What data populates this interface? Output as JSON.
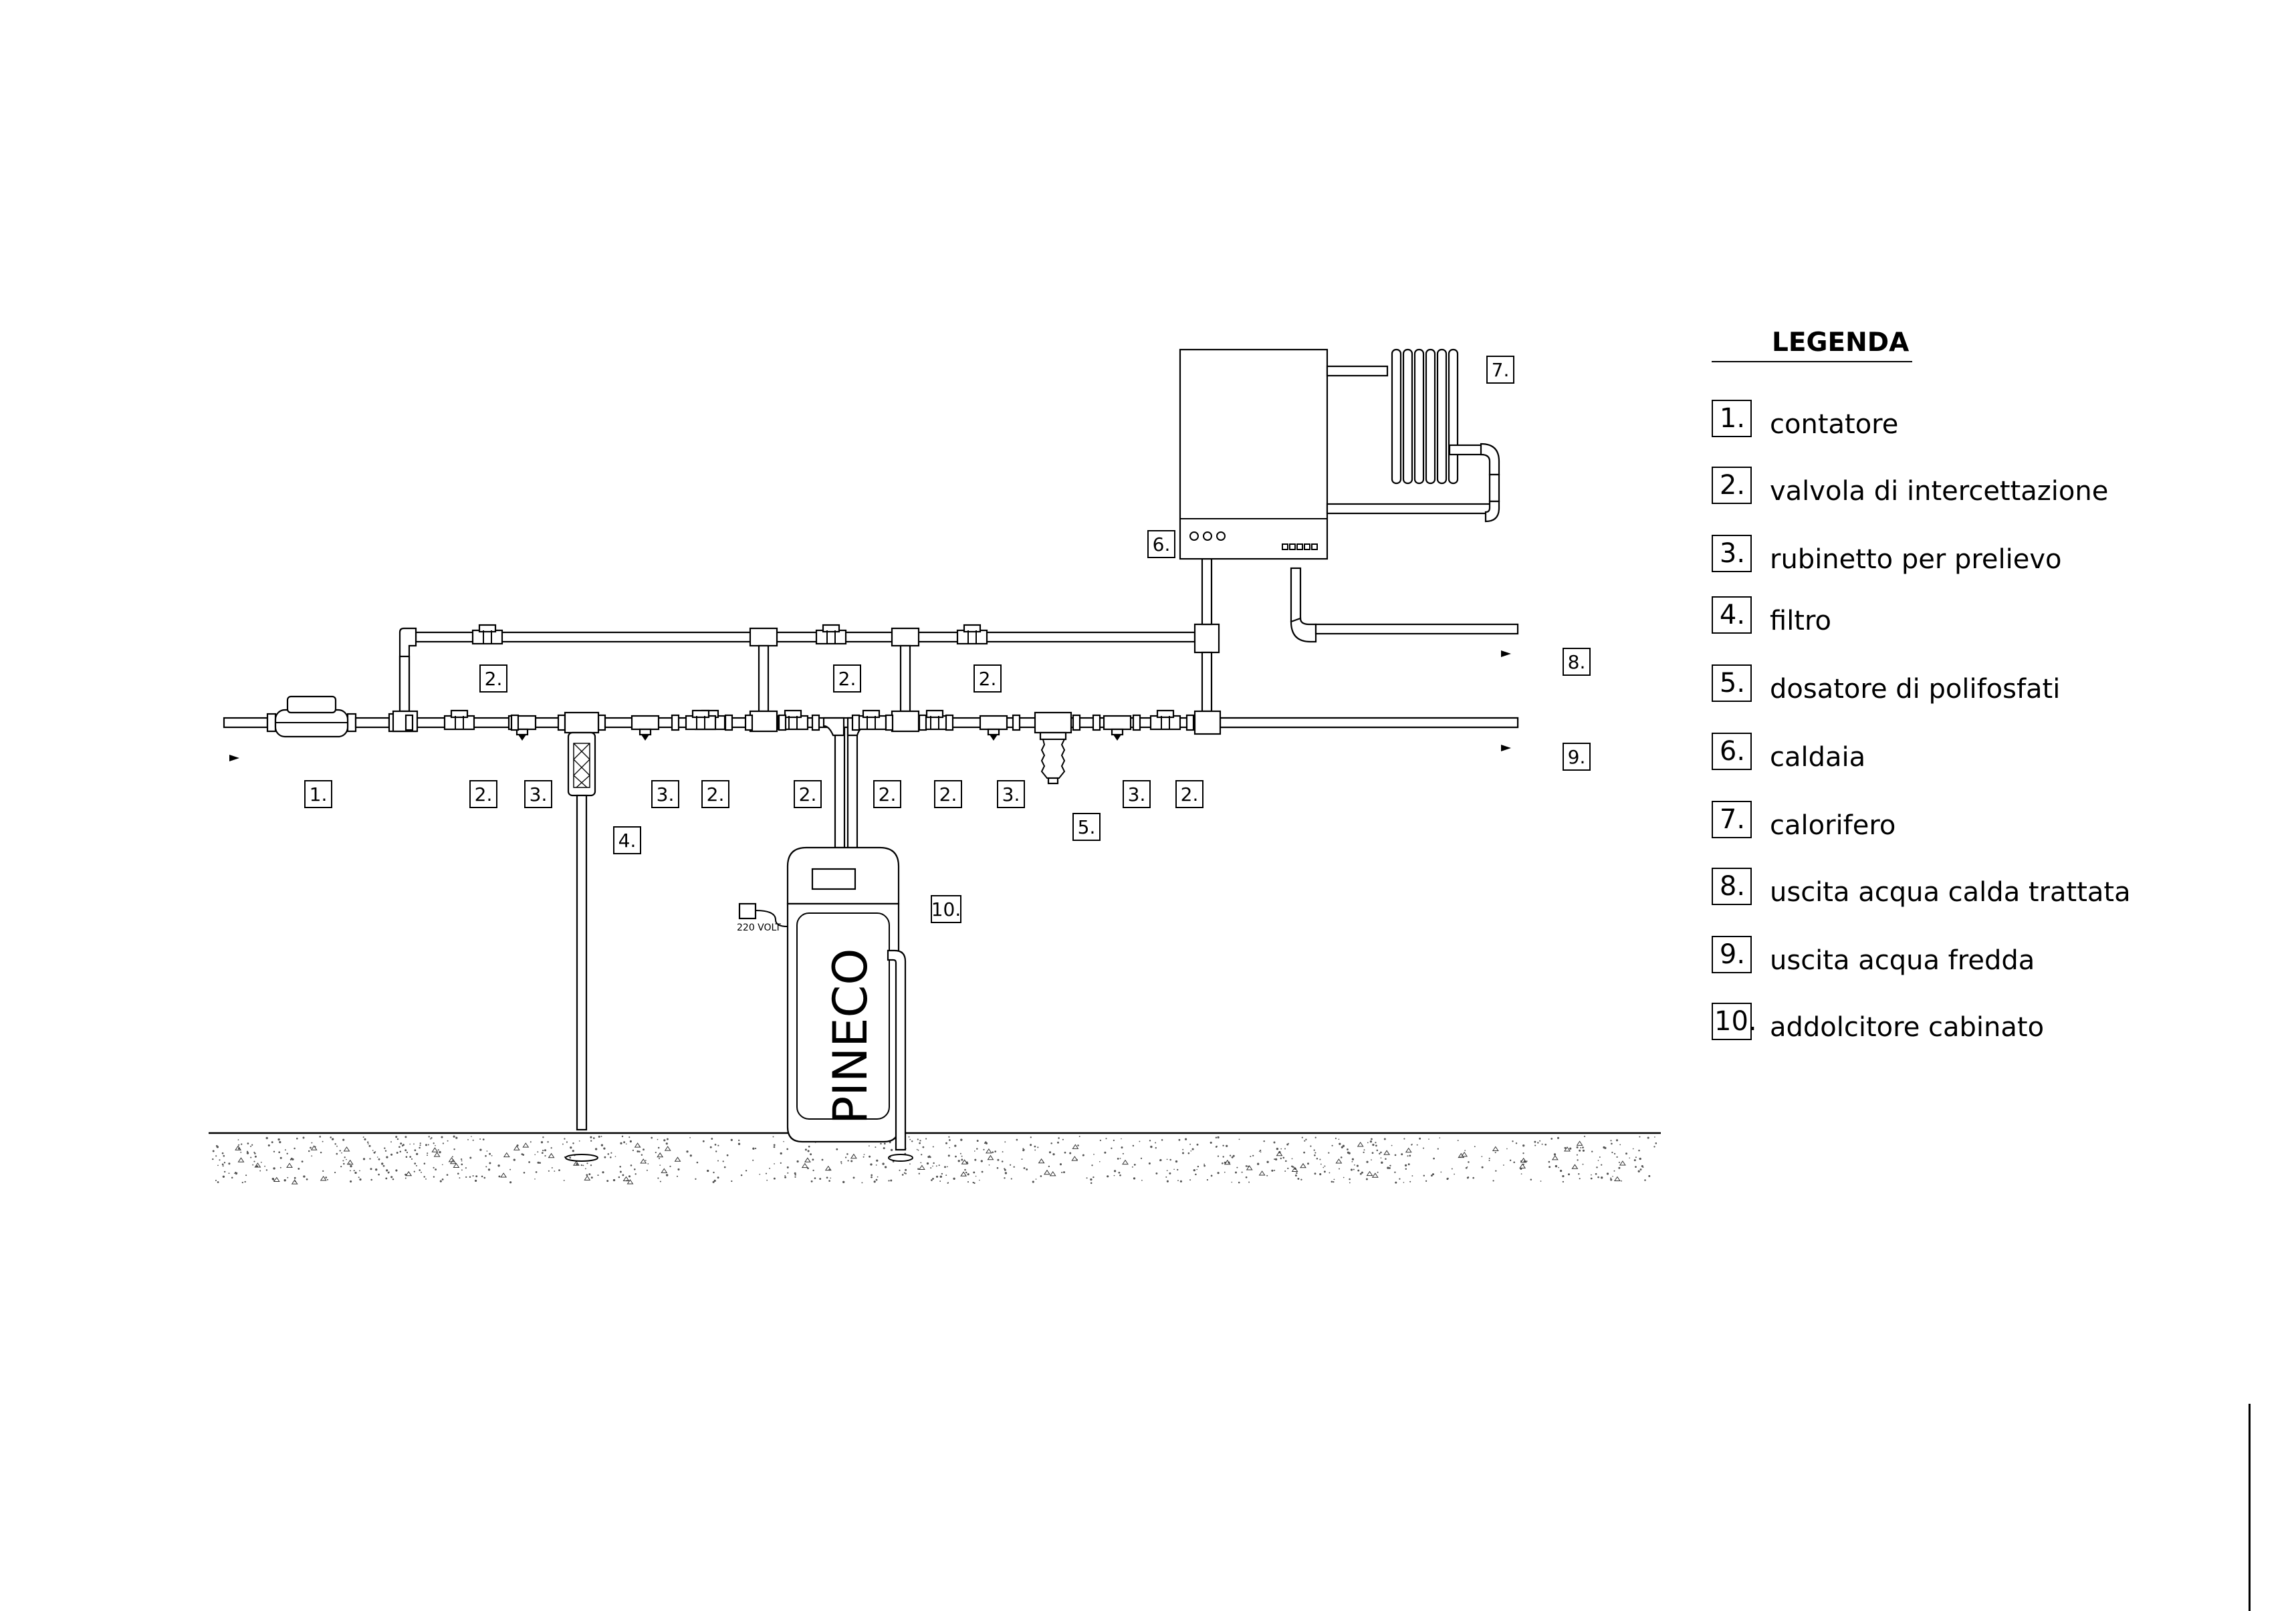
{
  "diagram": {
    "device_brand": "PINECO",
    "voltage_label": "220 VOLT",
    "callouts": [
      "1.",
      "2.",
      "2.",
      "2.",
      "2.",
      "2.",
      "2.",
      "2.",
      "2.",
      "2.",
      "3.",
      "3.",
      "3.",
      "3.",
      "4.",
      "5.",
      "6.",
      "7.",
      "8.",
      "9.",
      "10."
    ]
  },
  "legend": {
    "title": "LEGENDA",
    "items": [
      {
        "num": "1.",
        "label": "contatore"
      },
      {
        "num": "2.",
        "label": "valvola di intercettazione"
      },
      {
        "num": "3.",
        "label": "rubinetto per prelievo"
      },
      {
        "num": "4.",
        "label": "filtro"
      },
      {
        "num": "5.",
        "label": "dosatore di polifosfati"
      },
      {
        "num": "6.",
        "label": "caldaia"
      },
      {
        "num": "7.",
        "label": "calorifero"
      },
      {
        "num": "8.",
        "label": "uscita acqua calda trattata"
      },
      {
        "num": "9.",
        "label": "uscita acqua fredda"
      },
      {
        "num": "10.",
        "label": "addolcitore cabinato"
      }
    ]
  }
}
